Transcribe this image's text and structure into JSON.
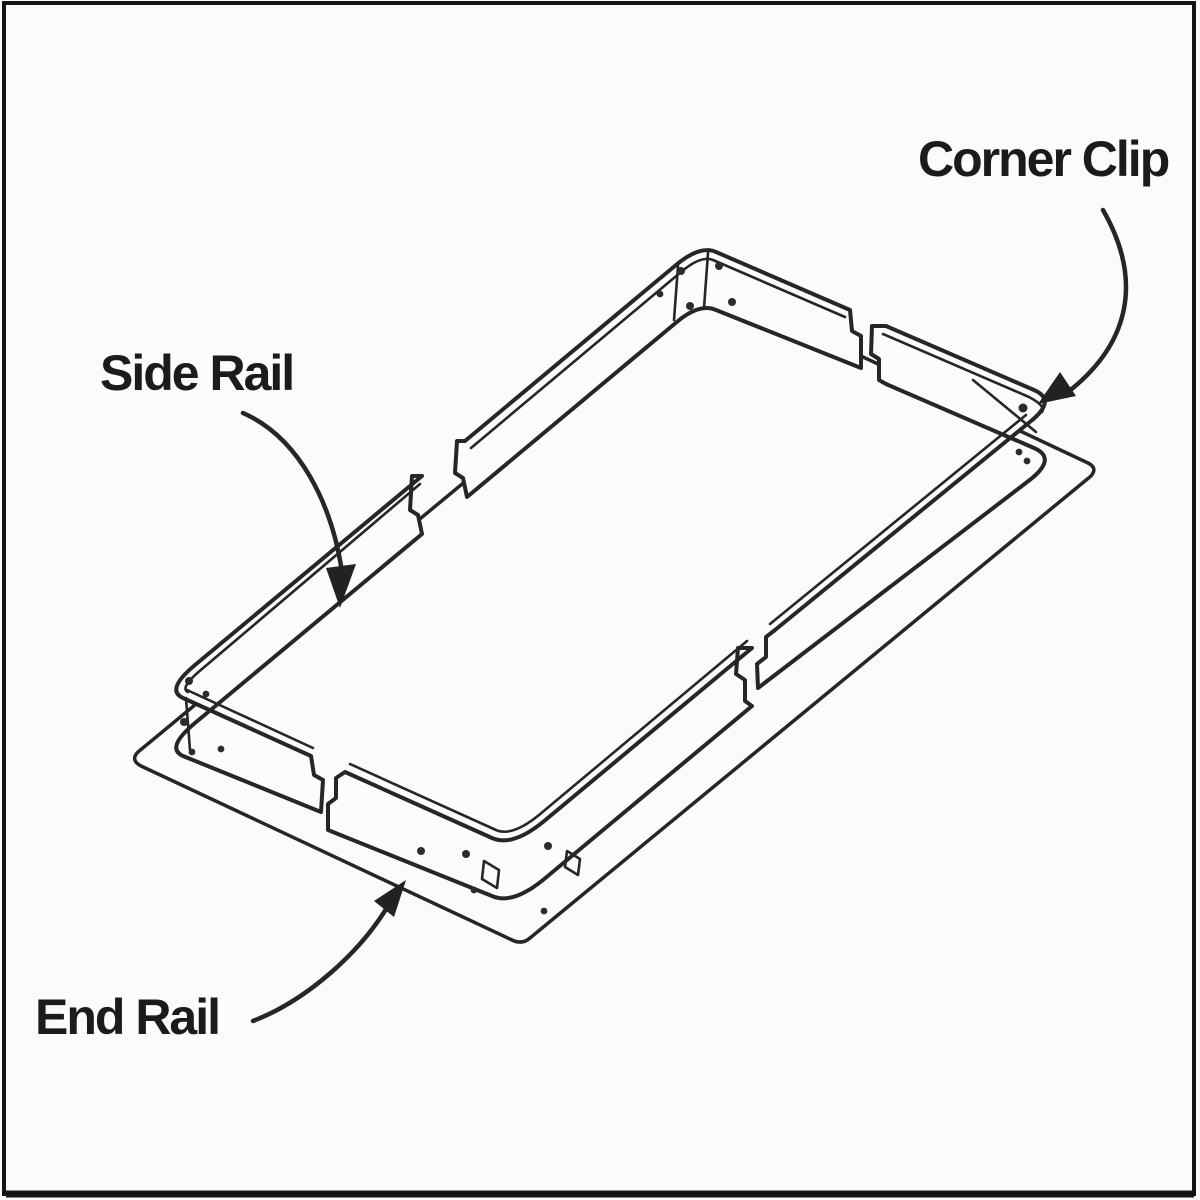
{
  "figure": {
    "type": "technical line diagram",
    "subject": "Bed frame rail assembly, isometric view",
    "background_color": "#fbfbfb",
    "line_color": "#262626",
    "text_color": "#1b1b1b",
    "border_color": "#141414"
  },
  "labels": {
    "corner_clip": "Corner Clip",
    "side_rail": "Side Rail",
    "end_rail": "End Rail"
  },
  "annotations": [
    {
      "label": "Corner Clip",
      "arrow": "curved arrow from label down-left to the right corner of the frame"
    },
    {
      "label": "Side Rail",
      "arrow": "curved arrow from label down-right to the upper-left long rail"
    },
    {
      "label": "End Rail",
      "arrow": "curved arrow from label up-right to the lower-left short rail"
    }
  ]
}
